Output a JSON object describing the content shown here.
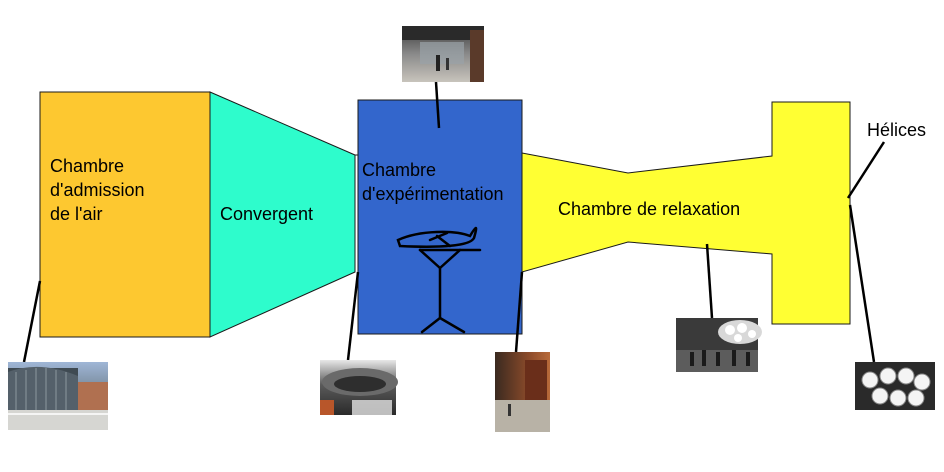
{
  "labels": {
    "intake": [
      "Chambre",
      "d'admission",
      "de l'air"
    ],
    "convergent": "Convergent",
    "test_section": [
      "Chambre",
      "d'expérimentation"
    ],
    "relaxation": "Chambre de relaxation",
    "propellers": "Hélices"
  },
  "colors": {
    "intake": "#FDC830",
    "convergent": "#2EFCCC",
    "test_section": "#3366CC",
    "relaxation": "#FFFF33",
    "outline": "#000000"
  },
  "photos": [
    {
      "name": "intake-building-photo",
      "subject": "building exterior"
    },
    {
      "name": "convergent-interior-photo",
      "subject": "convergent interior"
    },
    {
      "name": "test-section-photo",
      "subject": "test section hall"
    },
    {
      "name": "test-section-side-photo",
      "subject": "test section side"
    },
    {
      "name": "relaxation-chamber-photo",
      "subject": "fans seen from chamber"
    },
    {
      "name": "propellers-photo",
      "subject": "propeller fans"
    }
  ]
}
